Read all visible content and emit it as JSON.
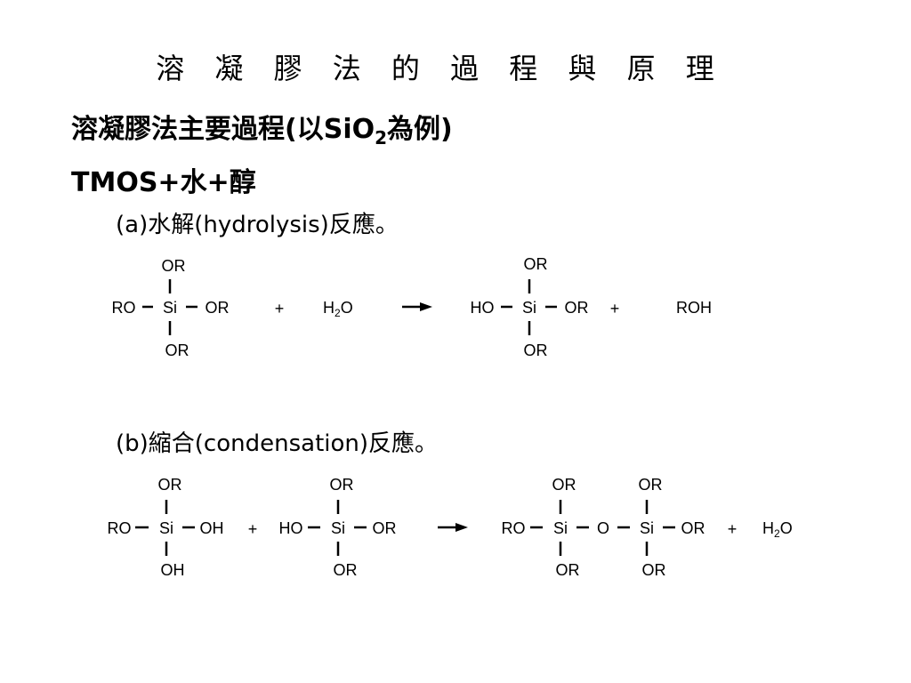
{
  "slide": {
    "title": "溶 凝 膠 法 的 過 程 與 原 理",
    "heading_prefix": "溶凝膠法主要過程(以SiO",
    "heading_sub": "2",
    "heading_suffix": "為例)",
    "reactants_line": "TMOS+水+醇"
  },
  "step_a": {
    "label": "(a)水解(hydrolysis)反應。",
    "reactant": {
      "top": "OR",
      "left": "RO",
      "center": "Si",
      "right": "OR",
      "bottom": "OR"
    },
    "plus1": "+",
    "water_H": "H",
    "water_sub": "2",
    "water_O": "O",
    "product": {
      "top": "OR",
      "left": "HO",
      "center": "Si",
      "right": "OR",
      "bottom": "OR"
    },
    "plus2": "+",
    "byproduct": "ROH"
  },
  "step_b": {
    "label": "(b)縮合(condensation)反應。",
    "reactant1": {
      "top": "OR",
      "left": "RO",
      "center": "Si",
      "right": "OH",
      "bottom": "OH"
    },
    "plus1": "+",
    "reactant2": {
      "top": "OR",
      "left": "HO",
      "center": "Si",
      "right": "OR",
      "bottom": "OR"
    },
    "product": {
      "top1": "OR",
      "top2": "OR",
      "left": "RO",
      "si1": "Si",
      "bridge": "O",
      "si2": "Si",
      "right": "OR",
      "bottom1": "OR",
      "bottom2": "OR"
    },
    "plus2": "+",
    "water_H": "H",
    "water_sub": "2",
    "water_O": "O"
  }
}
